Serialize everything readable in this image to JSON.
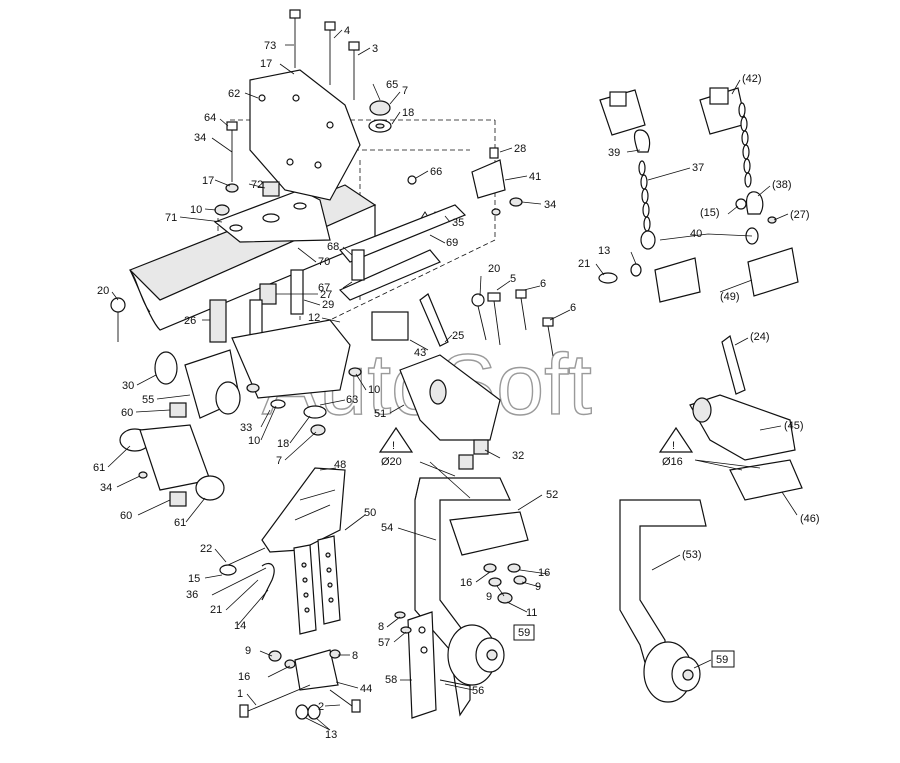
{
  "watermark": "AutoSoft",
  "warning_symbol": "!",
  "refs": {
    "r73": "73",
    "r4": "4",
    "r3": "3",
    "r17a": "17",
    "r65": "65",
    "r7a": "7",
    "r62": "62",
    "r18a": "18",
    "r64": "64",
    "r34a": "34",
    "r17b": "17",
    "r72": "72",
    "r10a": "10",
    "r71": "71",
    "r70": "70",
    "r66": "66",
    "r28": "28",
    "r41": "41",
    "r34b": "34",
    "r35": "35",
    "r69": "69",
    "r68": "68",
    "r67": "67",
    "r20a": "20",
    "r29": "29",
    "r27a": "27",
    "r26": "26",
    "r12": "12",
    "r43": "43",
    "r25": "25",
    "r30": "30",
    "r55": "55",
    "r10b": "10",
    "r63": "63",
    "r60a": "60",
    "r33": "33",
    "r10c": "10",
    "r18b": "18",
    "r7b": "7",
    "r61a": "61",
    "r34c": "34",
    "r60b": "60",
    "r61b": "61",
    "r20b": "20",
    "r5": "5",
    "r6a": "6",
    "r6b": "6",
    "r51": "51",
    "r32": "32",
    "d20": "Ø20",
    "r48": "48",
    "r52": "52",
    "r50": "50",
    "r22": "22",
    "r54": "54",
    "r15": "15",
    "r36": "36",
    "r21a": "21",
    "r14": "14",
    "r16a": "16",
    "r16b": "16",
    "r9a": "9",
    "r9b": "9",
    "r11": "11",
    "r8a": "8",
    "r57": "57",
    "r59a": "59",
    "r9c": "9",
    "r8b": "8",
    "r16c": "16",
    "r44": "44",
    "r58": "58",
    "r56": "56",
    "r1": "1",
    "r2": "2",
    "r13a": "13",
    "p42": "(42)",
    "r39": "39",
    "r37": "37",
    "p38": "(38)",
    "p15": "(15)",
    "p27": "(27)",
    "r40": "40",
    "r13b": "13",
    "r21b": "21",
    "p49": "(49)",
    "p24": "(24)",
    "p45": "(45)",
    "d16": "Ø16",
    "p46": "(46)",
    "p53": "(53)",
    "r59b": "59"
  }
}
